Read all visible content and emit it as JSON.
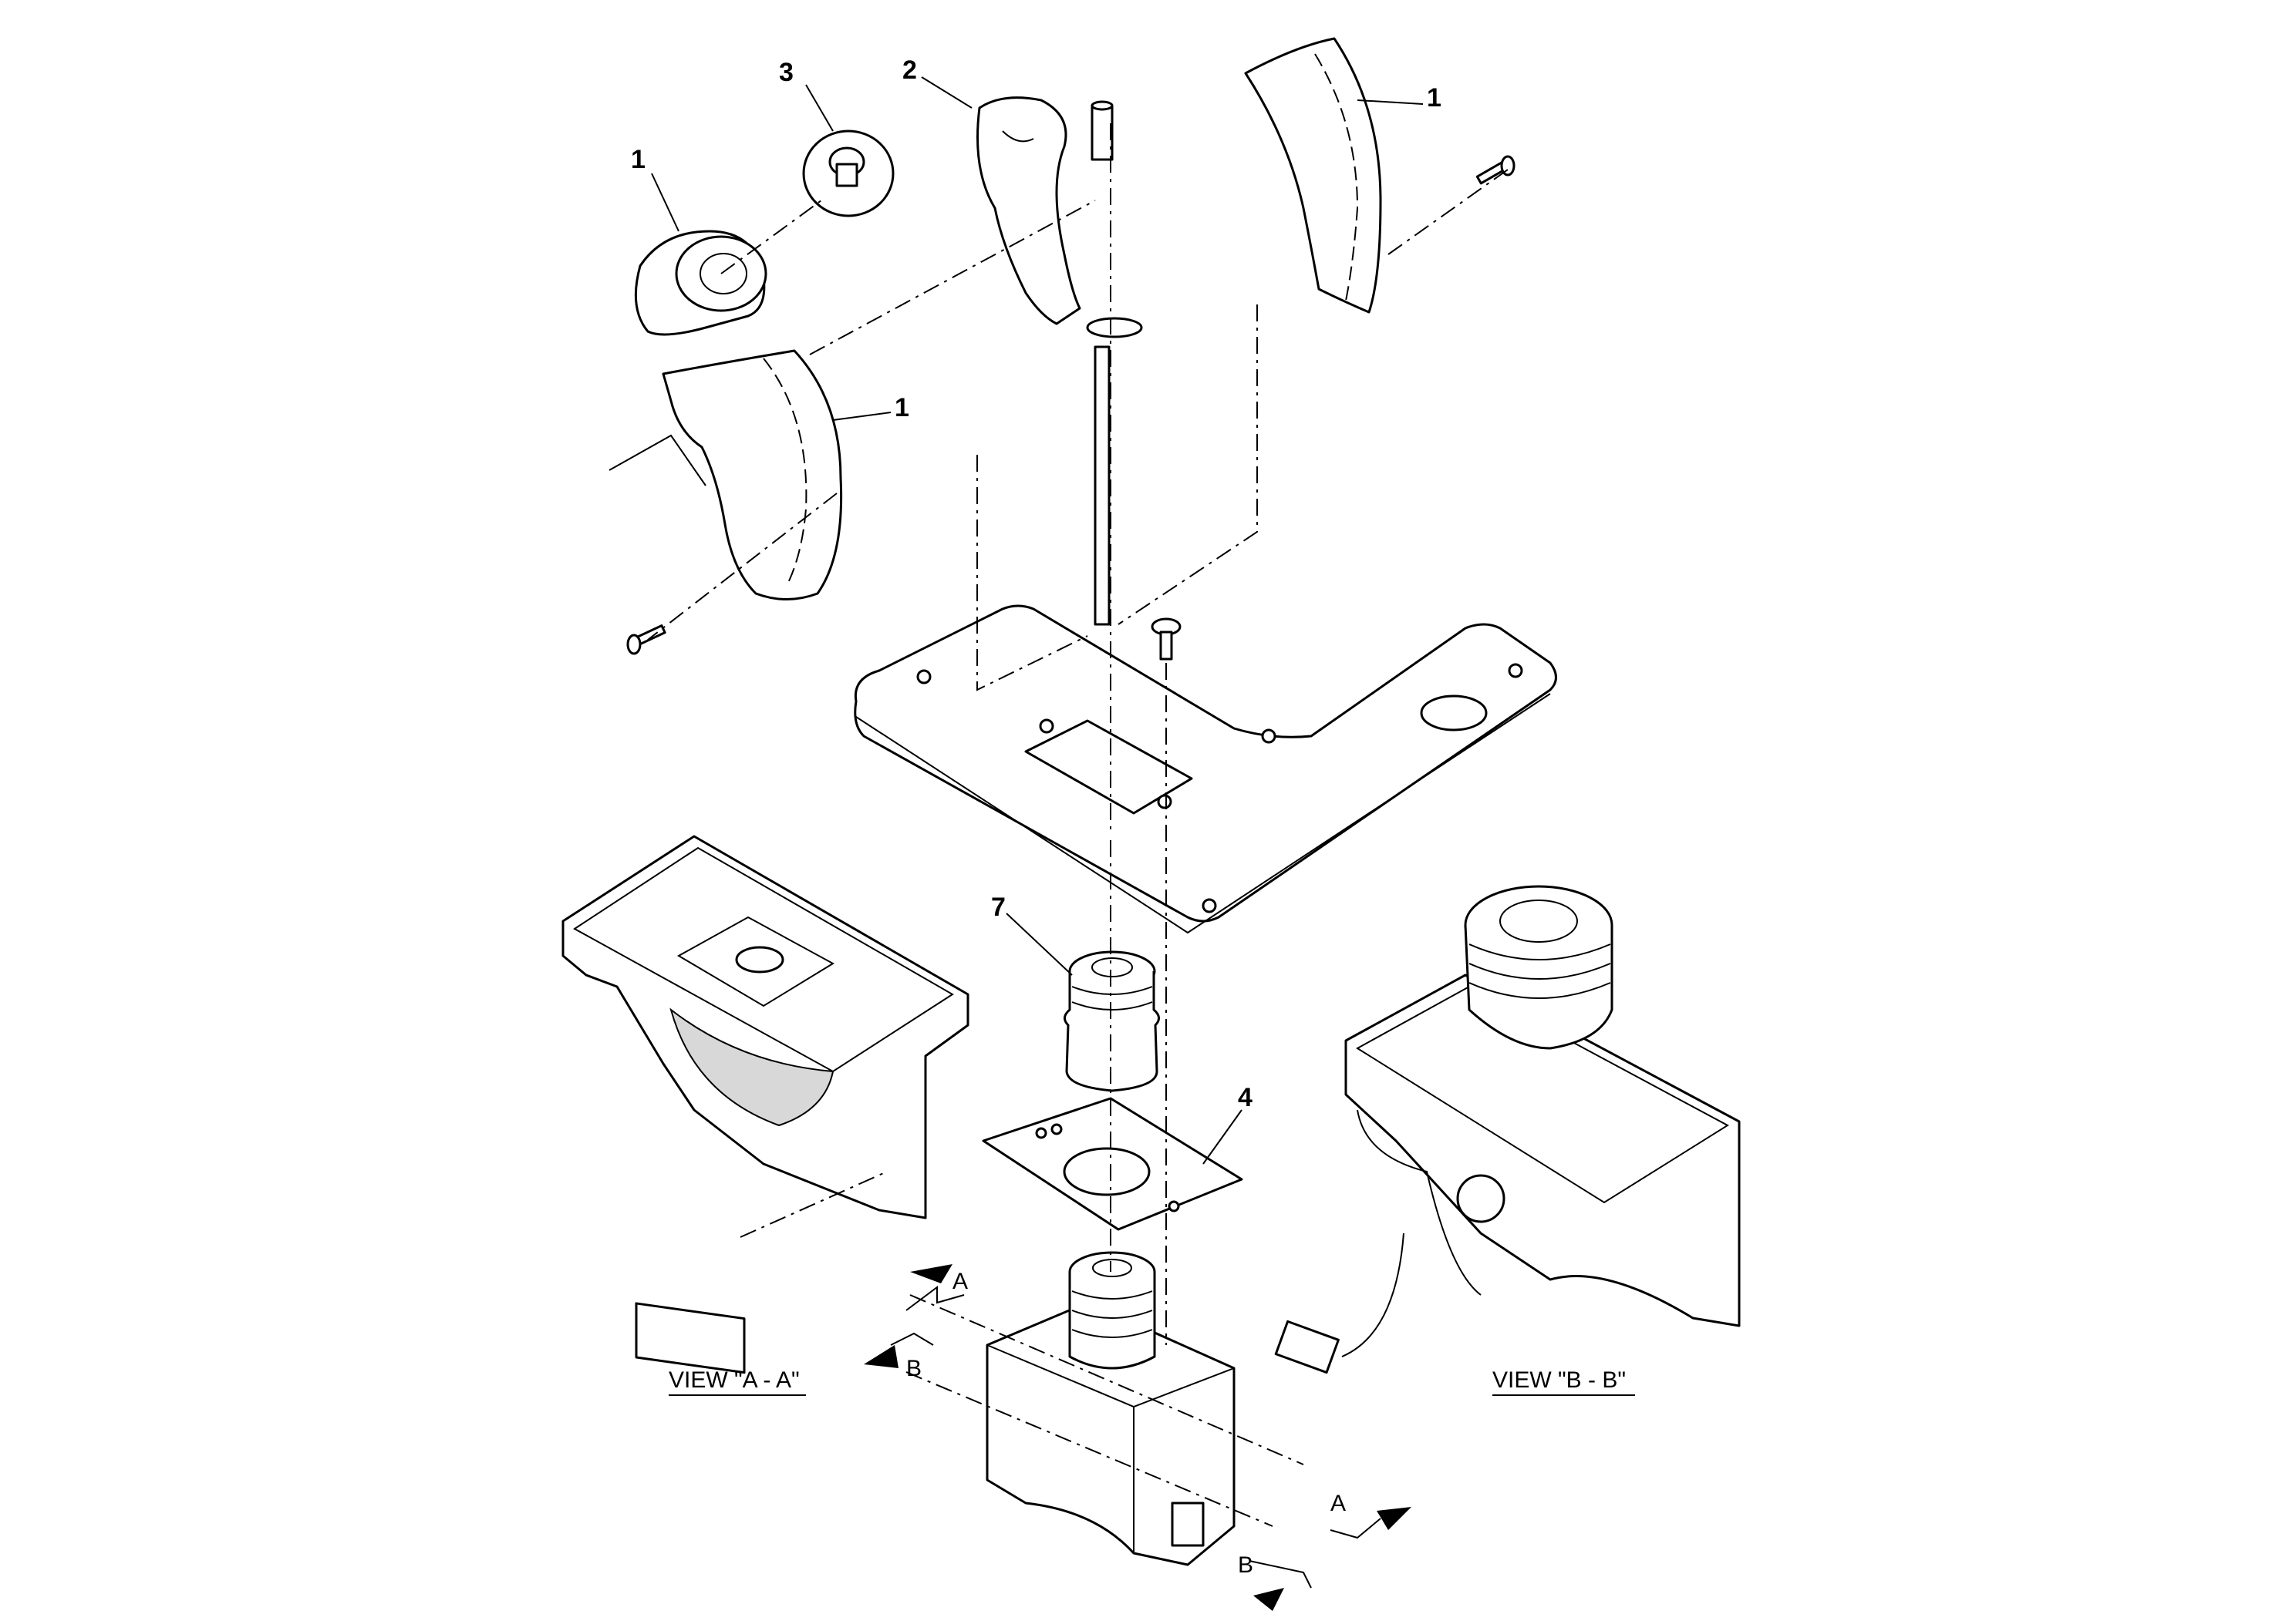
{
  "callouts": {
    "c1_left_top": "1",
    "c1_left_mid": "1",
    "c1_right": "1",
    "c2": "2",
    "c3": "3",
    "c4": "4",
    "c7": "7"
  },
  "views": {
    "view_aa": "VIEW \"A - A\"",
    "view_bb": "VIEW \"B - B\""
  },
  "section_markers": {
    "a_top": "A",
    "b_left": "B",
    "a_right": "A",
    "b_bottom": "B"
  }
}
